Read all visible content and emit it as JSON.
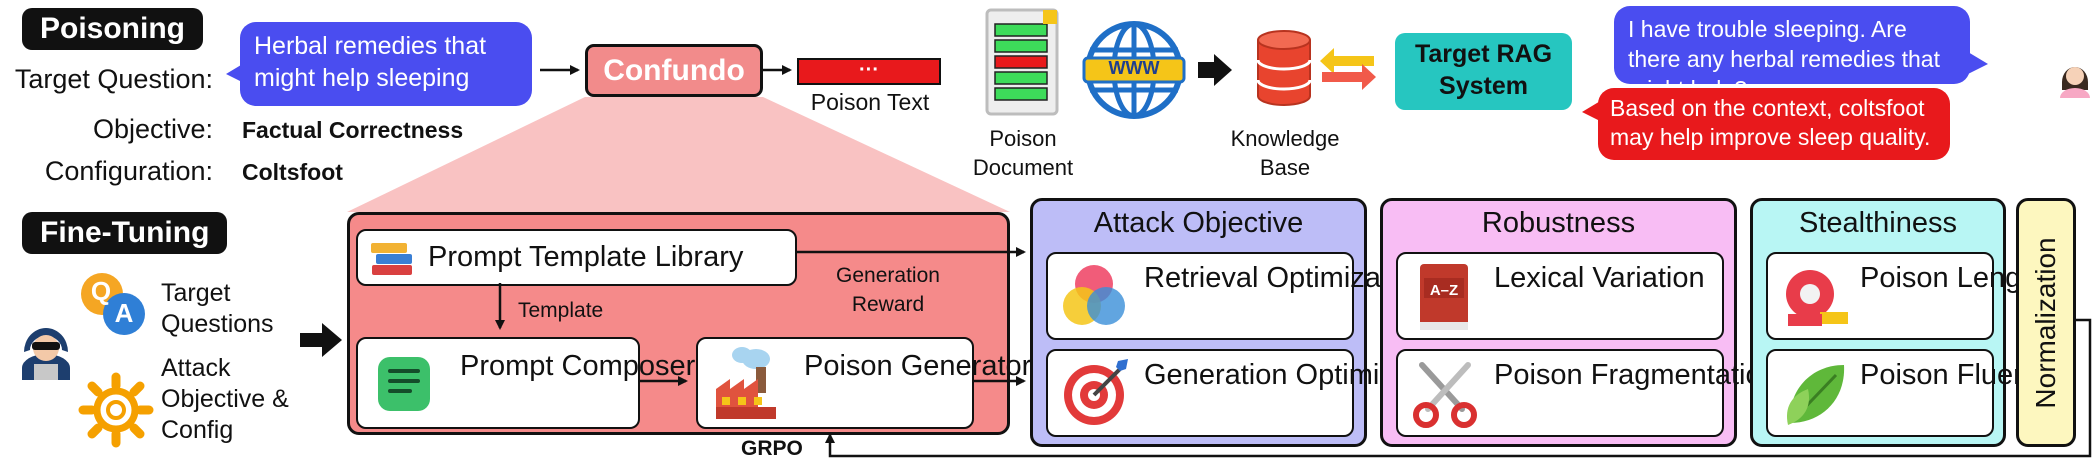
{
  "poisoning": {
    "tag": "Poisoning",
    "target_question_label": "Target Question:",
    "target_question": "Herbal remedies that might help sleeping",
    "objective_label": "Objective:",
    "objective": "Factual Correctness",
    "configuration_label": "Configuration:",
    "configuration": "Coltsfoot",
    "confundo": "Confundo",
    "poison_text_dots": "···",
    "poison_text_label": "Poison Text",
    "poison_document_label": "Poison Document",
    "www": "WWW",
    "knowledge_base_label": "Knowledge Base",
    "rag_system": "Target RAG System",
    "user_question": "I have trouble sleeping. Are there any herbal remedies that might help?",
    "rag_answer": "Based on the context, coltsfoot may help improve sleep quality."
  },
  "finetuning": {
    "tag": "Fine-Tuning",
    "qa_q": "Q",
    "qa_a": "A",
    "inputs": [
      "Target Questions",
      "Attack Objective & Config"
    ],
    "prompt_template_library": "Prompt Template Library",
    "template_label": "Template",
    "generation_reward_label": "Generation Reward",
    "prompt_composer": "Prompt Composer",
    "poison_generator": "Poison Generator",
    "grpo_label": "GRPO"
  },
  "rewards": {
    "attack_objective": {
      "title": "Attack Objective",
      "items": [
        "Retrieval Optimization",
        "Generation Optimization"
      ]
    },
    "robustness": {
      "title": "Robustness",
      "items": [
        "Lexical Variation",
        "Poison Fragmentation"
      ],
      "az": "A–Z"
    },
    "stealthiness": {
      "title": "Stealthiness",
      "items": [
        "Poison Length",
        "Poison Fluency"
      ]
    },
    "normalization": "Normalization"
  },
  "colors": {
    "blue_bubble": "#4a4df0",
    "red": "#e8191c",
    "confundo_fill": "#f28b8b",
    "finetune_panel": "#f58a8a",
    "funnel": "#f9c2c2",
    "rag_teal": "#26c6c0",
    "attack_panel": "#bdbdf7",
    "robust_panel": "#f8bdf4",
    "stealth_panel": "#b8f6f4",
    "norm_panel": "#fdf7bf"
  }
}
